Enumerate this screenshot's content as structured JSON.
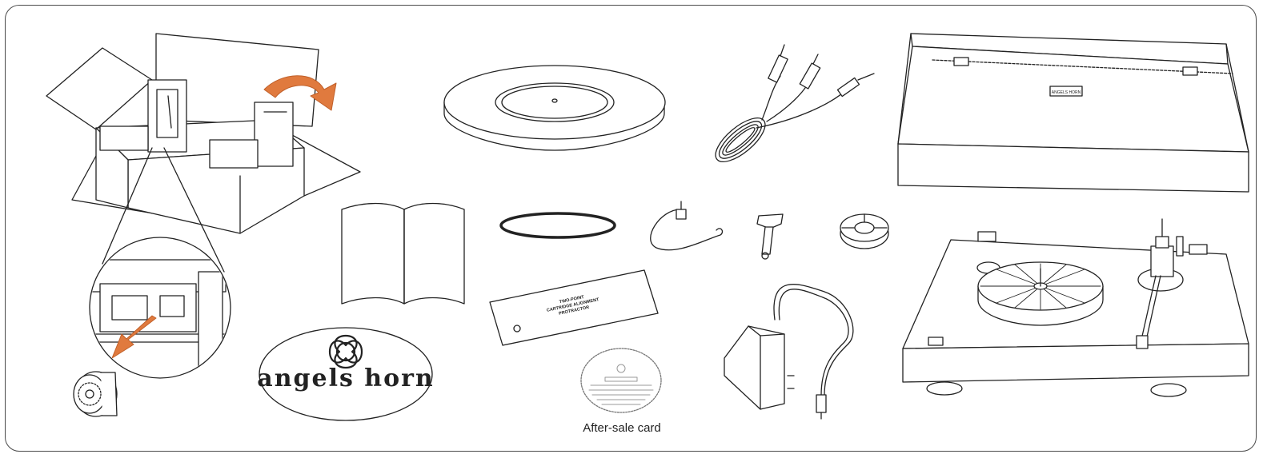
{
  "brand": {
    "logo_text": "angels horn",
    "lid_label": "ANGELS HORN"
  },
  "protractor": {
    "label_line1": "TWO-POINT",
    "label_line2": "CARTRIDGE ALIGNMENT",
    "label_line3": "PROTRACTOR"
  },
  "after_sale_card": {
    "caption": "After-sale card"
  },
  "colors": {
    "accent_arrow": "#e07a3e",
    "line": "#222222",
    "frame": "#4a4a4a"
  },
  "icons": {
    "open_box": "open-box-icon",
    "curved_arrow": "curved-arrow-icon",
    "transit_screw": "transit-screw-icon"
  }
}
